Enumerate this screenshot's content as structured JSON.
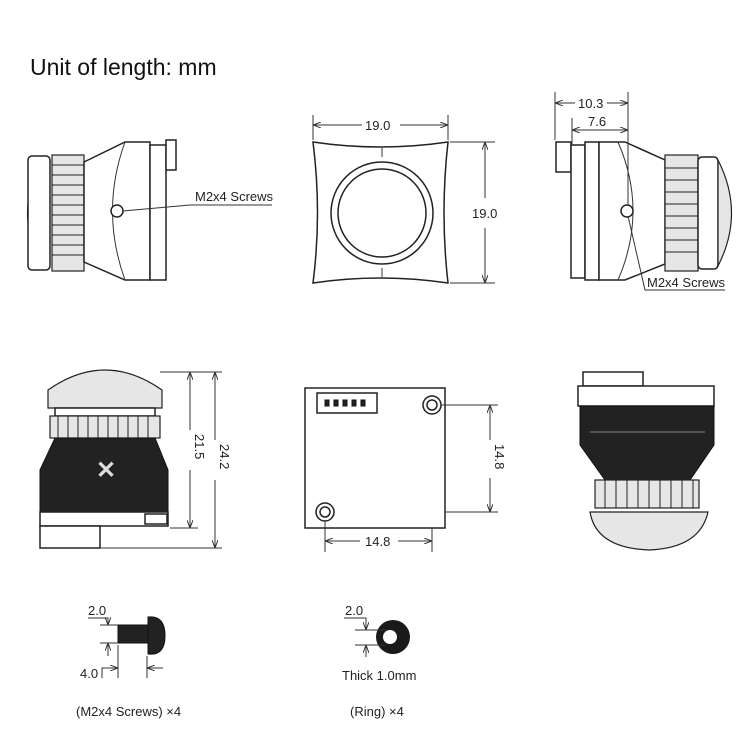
{
  "title": "Unit of length: mm",
  "views": {
    "left_side": {
      "screw_label": "M2x4 Screws"
    },
    "front": {
      "width": "19.0",
      "height": "19.0"
    },
    "right_side": {
      "overall_depth": "10.3",
      "body_depth": "7.6",
      "screw_label": "M2x4 Screws"
    },
    "back": {
      "height_body": "21.5",
      "height_total": "24.2"
    },
    "pcb": {
      "hole_spacing_vertical": "14.8",
      "hole_spacing_horizontal": "14.8"
    }
  },
  "accessories": {
    "screw": {
      "diameter": "2.0",
      "length": "4.0",
      "caption": "(M2x4 Screws) ×4"
    },
    "ring": {
      "inner_diameter": "2.0",
      "thickness": "Thick 1.0mm",
      "caption": "(Ring) ×4"
    }
  }
}
